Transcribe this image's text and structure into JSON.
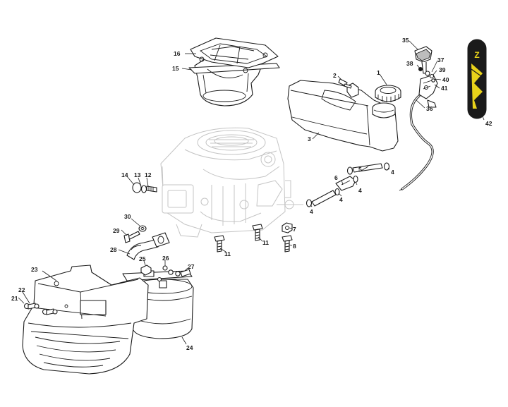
{
  "callouts": {
    "c1": "1",
    "c2": "2",
    "c3": "3",
    "c4a": "4",
    "c4b": "4",
    "c4c": "4",
    "c4d": "4",
    "c5": "5",
    "c6": "6",
    "c7": "7",
    "c8": "8",
    "c11a": "11",
    "c11b": "11",
    "c12": "12",
    "c13": "13",
    "c14": "14",
    "c15": "15",
    "c16": "16",
    "c21": "21",
    "c22": "22",
    "c23": "23",
    "c24": "24",
    "c25": "25",
    "c26": "26",
    "c27": "27",
    "c28": "28",
    "c29": "29",
    "c30": "30",
    "c35": "35",
    "c36": "36",
    "c37": "37",
    "c38": "38",
    "c39": "39",
    "c40": "40",
    "c41": "41",
    "c42": "42"
  },
  "brand_badge": {
    "letter": "Z",
    "background": "#1a1a1a",
    "accent": "#e8d21a"
  },
  "colors": {
    "line": "#1a1a1a",
    "ghost": "#c4c4c4",
    "background": "#ffffff"
  }
}
